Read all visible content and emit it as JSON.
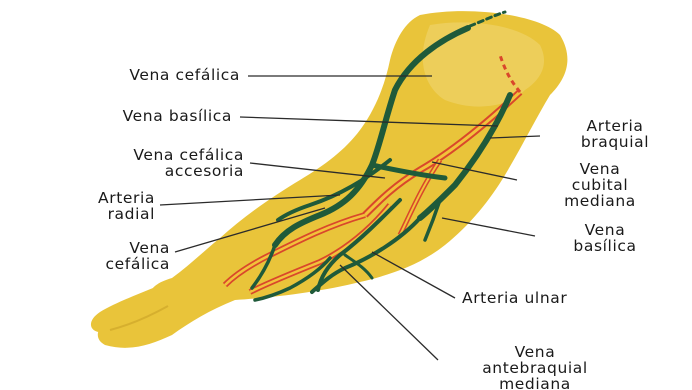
{
  "colors": {
    "skin": "#e9c43a",
    "skin_light": "#f1d774",
    "skin_shadow": "#c9a227",
    "vein": "#1f5a3a",
    "artery_outer": "#d9472b",
    "artery_inner": "#f2c23a",
    "leader": "#2b2b2b"
  },
  "labels": {
    "vena_cefalica_top": "Vena cefálica",
    "vena_basilica_top": "Vena basílica",
    "vena_cefalica_accesoria": [
      "Vena cefálica",
      "accesoria"
    ],
    "arteria_radial": [
      "Arteria",
      "radial"
    ],
    "vena_cefalica_low": [
      "Vena",
      "cefálica"
    ],
    "arteria_braquial": [
      "Arteria",
      "braquial"
    ],
    "vena_cubital_mediana": [
      "Vena",
      "cubital",
      "mediana"
    ],
    "vena_basilica_right": [
      "Vena",
      "basílica"
    ],
    "arteria_ulnar": "Arteria ulnar",
    "vena_antebraquial_mediana": [
      "Vena",
      "antebraquial",
      "mediana"
    ]
  }
}
